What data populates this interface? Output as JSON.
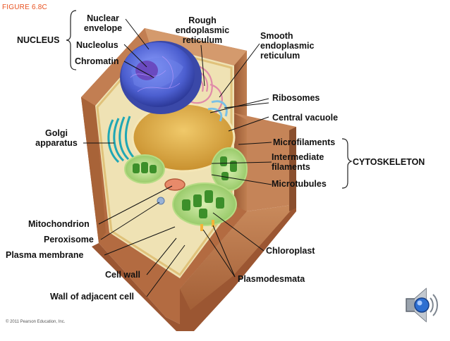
{
  "figure_label": "FIGURE 6.8C",
  "copyright": "© 2011 Pearson Education, Inc.",
  "groups": {
    "nucleus": "NUCLEUS",
    "cytoskeleton": "CYTOSKELETON"
  },
  "labels": {
    "nuclear_envelope": [
      "Nuclear",
      "envelope"
    ],
    "nucleolus": "Nucleolus",
    "chromatin": "Chromatin",
    "rough_er": [
      "Rough",
      "endoplasmic",
      "reticulum"
    ],
    "smooth_er": [
      "Smooth",
      "endoplasmic",
      "reticulum"
    ],
    "ribosomes": "Ribosomes",
    "central_vacuole": "Central vacuole",
    "golgi": [
      "Golgi",
      "apparatus"
    ],
    "microfilaments": "Microfilaments",
    "intermediate_filaments": [
      "Intermediate",
      "filaments"
    ],
    "microtubules": "Microtubules",
    "mitochondrion": "Mitochondrion",
    "peroxisome": "Peroxisome",
    "plasma_membrane": "Plasma membrane",
    "chloroplast": "Chloroplast",
    "cell_wall": "Cell wall",
    "plasmodesmata": "Plasmodesmata",
    "wall_adjacent": "Wall of adjacent cell"
  },
  "colors": {
    "cell_wall": "#b9734a",
    "cell_wall_dark": "#8a4f2e",
    "cytoplasm": "#efe2b4",
    "vacuole": "#d9a743",
    "nucleus": "#5a6fd6",
    "chloroplast": "#5aae3a",
    "golgi": "#1fa7b5",
    "figure_label": "#e8501e"
  }
}
